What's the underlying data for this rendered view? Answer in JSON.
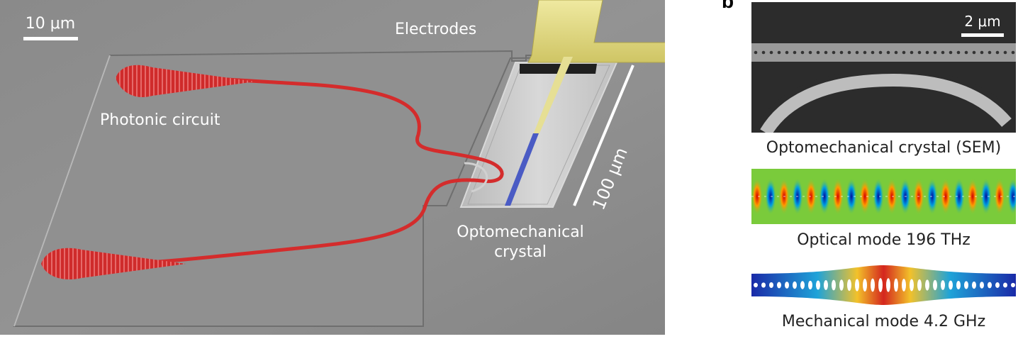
{
  "panel_a": {
    "scale_bar_label": "10 μm",
    "labels": {
      "electrodes": "Electrodes",
      "photonic_circuit": "Photonic circuit",
      "optomechanical_line1": "Optomechanical",
      "optomechanical_line2": "crystal",
      "length_bar": "100 μm"
    },
    "colors": {
      "background": "#8e8e8e",
      "waveguide": "#d42c2c",
      "electrodes": "#e8e08a",
      "crystal": "#4a5bc4",
      "scale_bar": "#ffffff"
    }
  },
  "panel_b": {
    "panel_letter": "b",
    "scale_bar_label": "2 μm",
    "captions": {
      "sem": "Optomechanical crystal (SEM)",
      "optical": "Optical mode 196 THz",
      "mechanical": "Mechanical mode 4.2 GHz"
    }
  }
}
